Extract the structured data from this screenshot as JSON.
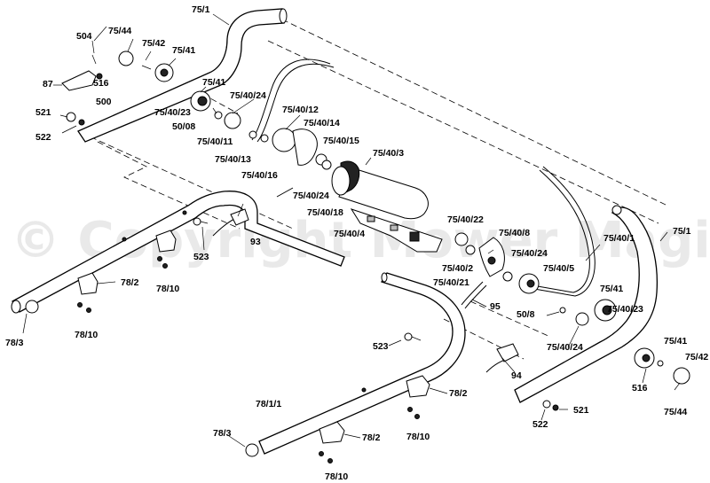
{
  "watermark": "© Copyright Mower Magic",
  "labels": [
    "75/1",
    "504",
    "75/44",
    "75/42",
    "75/41",
    "87",
    "516",
    "500",
    "75/41",
    "75/40/24",
    "75/40/23",
    "521",
    "522",
    "50/08",
    "75/40/12",
    "75/40/14",
    "75/40/11",
    "75/40/15",
    "75/40/13",
    "75/40/16",
    "75/40/3",
    "75/40/24",
    "75/40/18",
    "75/40/4",
    "93",
    "523",
    "78/2",
    "78/10",
    "78/3",
    "78/10",
    "75/40/22",
    "75/40/8",
    "75/40/24",
    "75/40/2",
    "75/40/21",
    "75/40/5",
    "75/40/1",
    "75/1",
    "95",
    "75/41",
    "50/8",
    "75/40/23",
    "75/40/24",
    "75/41",
    "75/42",
    "523",
    "94",
    "78/2",
    "516",
    "75/44",
    "78/1/1",
    "521",
    "522",
    "78/10",
    "78/3",
    "78/2",
    "78/10"
  ]
}
